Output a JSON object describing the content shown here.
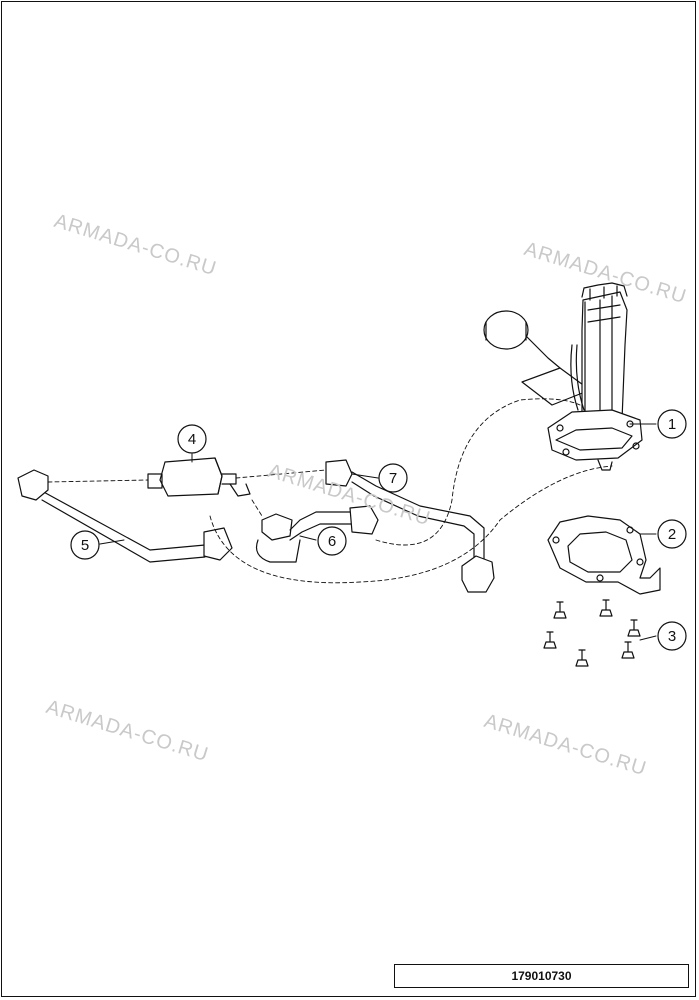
{
  "watermarks": [
    "ARMADA-CO.RU",
    "ARMADA-CO.RU",
    "ARMADA-CO.RU",
    "ARMADA-CO.RU",
    "ARMADA-CO.RU"
  ],
  "callouts": [
    "1",
    "2",
    "3",
    "4",
    "5",
    "6",
    "7"
  ],
  "part_number": "179010730"
}
